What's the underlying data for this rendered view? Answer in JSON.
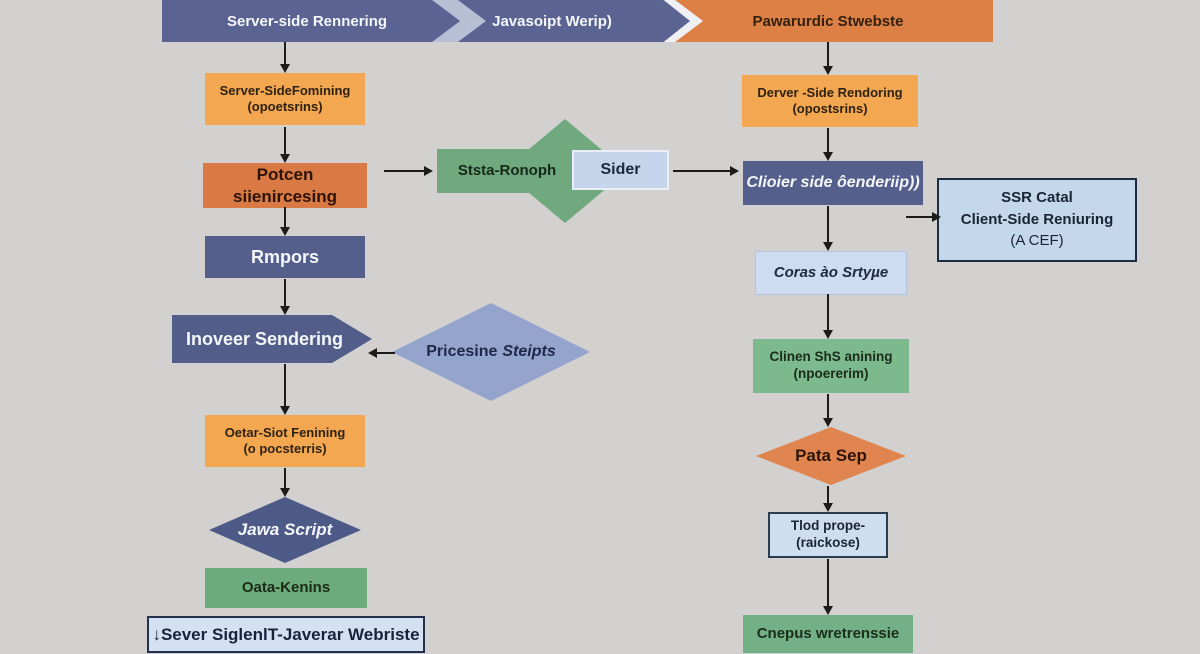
{
  "banner": {
    "segment1": "Server-side Rennering",
    "segment2": "Javasoipt Werip)",
    "segment3": "Pawarurdic Stwebste"
  },
  "left_column": {
    "box1_line1": "Server-SideFomining",
    "box1_line2": "(opoetsrins)",
    "box2": "Potcen siienircesing",
    "box3": "Rmpors",
    "arrow_shape": "Inoveer Sendering",
    "box4_line1": "Oetar-Siot Fenining",
    "box4_line2": "(o pocsterris)",
    "diamond": "Jawa Script",
    "box5": "Oata-Kenins",
    "footer": "↓Sever SiglenlT-Javerar Webriste"
  },
  "middle": {
    "hex_label": "Ststa-Ronoph",
    "sider": "Sider",
    "diamond_word1": "Pricesine",
    "diamond_word2": "Steipts"
  },
  "right_column": {
    "box1_line1": "Derver -Side Rendoring",
    "box1_line2": "(opostsrins)",
    "box2": "Clioier side ôenderiip))",
    "ssr_line1": "SSR Catal",
    "ssr_line2": "Client-Side Reniuring",
    "ssr_line3": "(A CEF)",
    "box3": "Coras ào Srtyµe",
    "box4_line1": "Clinen ShS anining",
    "box4_line2": "(npoererim)",
    "diamond": "Pata Sep",
    "box5_line1": "Tlod prope-",
    "box5_line2": "(raickose)",
    "box6": "Cnepus wretrenssie"
  },
  "colors": {
    "background": "#d2d1cf",
    "banner_blue": "#5a6391",
    "banner_orange": "#dc8045",
    "light_orange": "#f2a750",
    "dark_orange": "#d97943",
    "navy": "#555f8b",
    "periwinkle": "#95a4cc",
    "green": "#6fa97d",
    "light_blue": "#cddcf0",
    "arrow_black": "#1b1b1b"
  }
}
